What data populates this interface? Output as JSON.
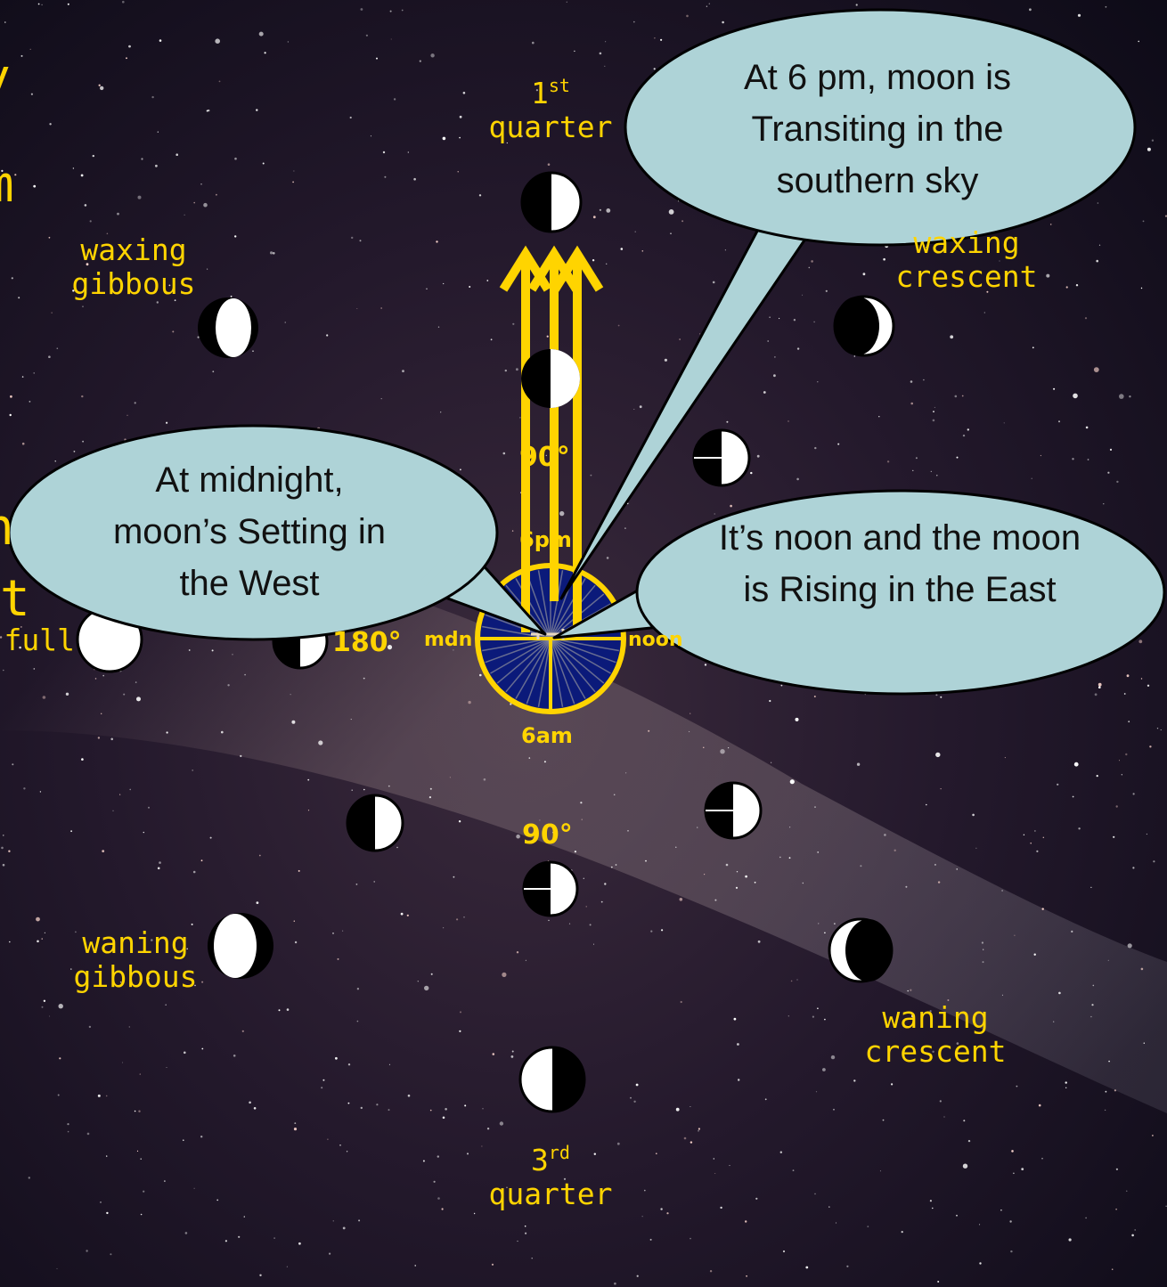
{
  "colors": {
    "label": "#ffd400",
    "bubble_fill": "#aed3d7",
    "earth_fill": "#0b1a7a",
    "arrow": "#ffd400"
  },
  "edge_fragments": [
    "y",
    "m",
    "n",
    "t"
  ],
  "phases": {
    "first_quarter": {
      "sup": "st",
      "lead": "1",
      "word": "quarter"
    },
    "waxing_gibbous": {
      "line1": "waxing",
      "line2": "gibbous"
    },
    "waxing_crescent": {
      "line1": "waxing",
      "line2": "crescent"
    },
    "full": "full",
    "waning_gibbous": {
      "line1": "waning",
      "line2": "gibbous"
    },
    "waning_crescent": {
      "line1": "waning",
      "line2": "crescent"
    },
    "third_quarter": {
      "lead": "3",
      "sup": "rd",
      "word": "quarter"
    }
  },
  "angles": {
    "top": "90°",
    "left": "180°",
    "bottom": "90°"
  },
  "clock": {
    "top": "6pm",
    "left": "mdn",
    "right": "noon",
    "bottom": "6am"
  },
  "bubbles": {
    "six_pm": "At 6 pm, moon is Transiting in the southern sky",
    "midnight": "At midnight, moon’s Setting in the West",
    "noon": "It’s noon and the moon is Rising in the East"
  }
}
